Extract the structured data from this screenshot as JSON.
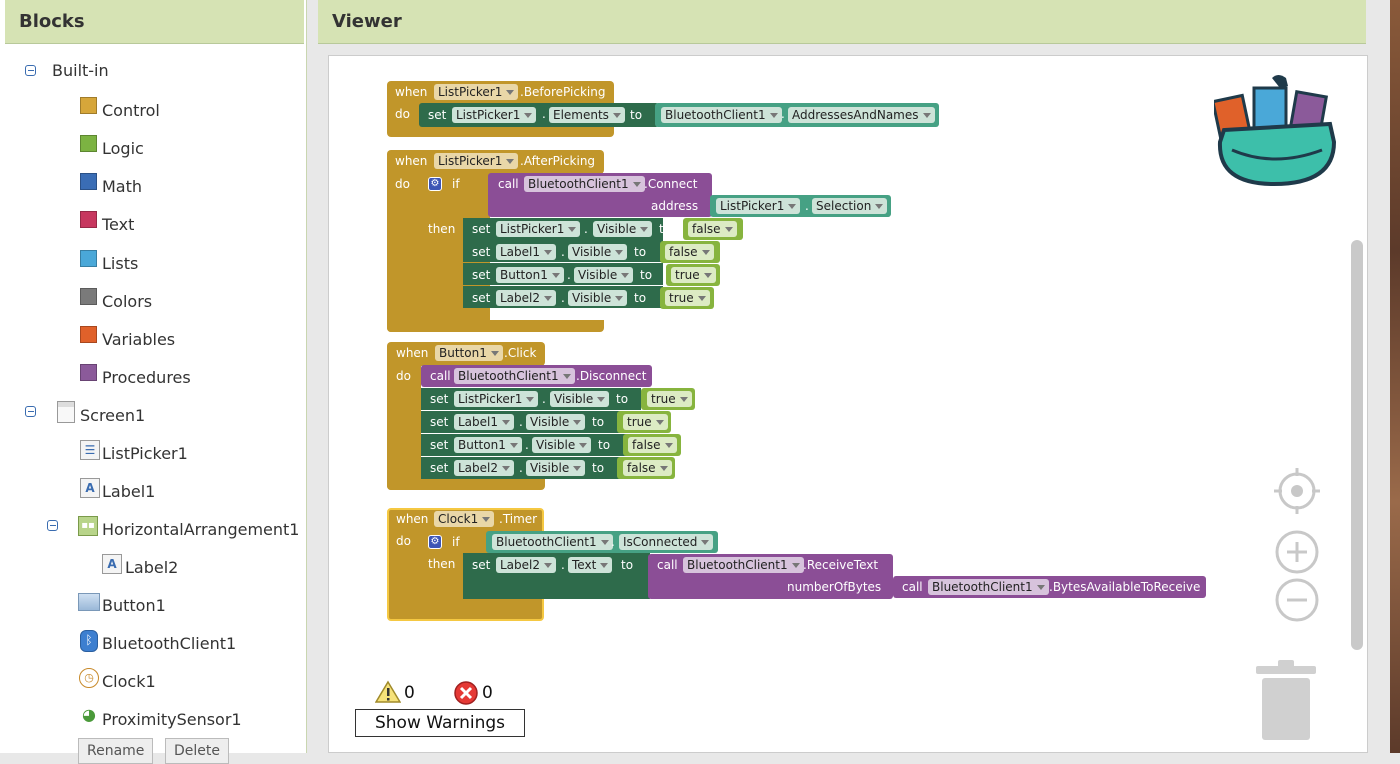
{
  "blocks_panel": {
    "title": "Blocks",
    "builtin": {
      "label": "Built-in",
      "items": [
        {
          "label": "Control",
          "color": "#d6a63a"
        },
        {
          "label": "Logic",
          "color": "#7cb342"
        },
        {
          "label": "Math",
          "color": "#3a6db5"
        },
        {
          "label": "Text",
          "color": "#c7375f"
        },
        {
          "label": "Lists",
          "color": "#4aa8d8"
        },
        {
          "label": "Colors",
          "color": "#7a7a7a"
        },
        {
          "label": "Variables",
          "color": "#e0612a"
        },
        {
          "label": "Procedures",
          "color": "#8b5a9a"
        }
      ]
    },
    "screen": {
      "label": "Screen1",
      "components": {
        "listpicker": "ListPicker1",
        "label1": "Label1",
        "harr": "HorizontalArrangement1",
        "label2": "Label2",
        "button": "Button1",
        "bluetooth": "BluetoothClient1",
        "clock": "Clock1",
        "proximity": "ProximitySensor1"
      }
    },
    "rename_label": "Rename",
    "delete_label": "Delete"
  },
  "viewer": {
    "title": "Viewer",
    "kw": {
      "when": "when",
      "do": "do",
      "set": "set",
      "to": "to",
      "call": "call",
      "if": "if",
      "then": "then",
      "dot": "."
    },
    "b1": {
      "comp": "ListPicker1",
      "event": ".BeforePicking",
      "set_comp": "ListPicker1",
      "set_prop": "Elements",
      "bt": "BluetoothClient1",
      "bt_prop": "AddressesAndNames"
    },
    "b2": {
      "comp": "ListPicker1",
      "event": ".AfterPicking",
      "bt": "BluetoothClient1",
      "method": ".Connect",
      "address_label": "address",
      "addr_comp": "ListPicker1",
      "addr_prop": "Selection",
      "rows": [
        {
          "comp": "ListPicker1",
          "prop": "Visible",
          "val": "false"
        },
        {
          "comp": "Label1",
          "prop": "Visible",
          "val": "false"
        },
        {
          "comp": "Button1",
          "prop": "Visible",
          "val": "true"
        },
        {
          "comp": "Label2",
          "prop": "Visible",
          "val": "true"
        }
      ]
    },
    "b3": {
      "comp": "Button1",
      "event": ".Click",
      "bt": "BluetoothClient1",
      "method": ".Disconnect",
      "rows": [
        {
          "comp": "ListPicker1",
          "prop": "Visible",
          "val": "true"
        },
        {
          "comp": "Label1",
          "prop": "Visible",
          "val": "true"
        },
        {
          "comp": "Button1",
          "prop": "Visible",
          "val": "false"
        },
        {
          "comp": "Label2",
          "prop": "Visible",
          "val": "false"
        }
      ]
    },
    "b4": {
      "comp": "Clock1",
      "event": ".Timer",
      "bt": "BluetoothClient1",
      "bt_prop": "IsConnected",
      "set_comp": "Label2",
      "set_prop": "Text",
      "bt2": "BluetoothClient1",
      "method": ".ReceiveText",
      "nbytes_label": "numberOfBytes",
      "bt3": "BluetoothClient1",
      "method2": ".BytesAvailableToReceive"
    },
    "warnings_count": "0",
    "errors_count": "0",
    "show_warnings_label": "Show Warnings"
  }
}
